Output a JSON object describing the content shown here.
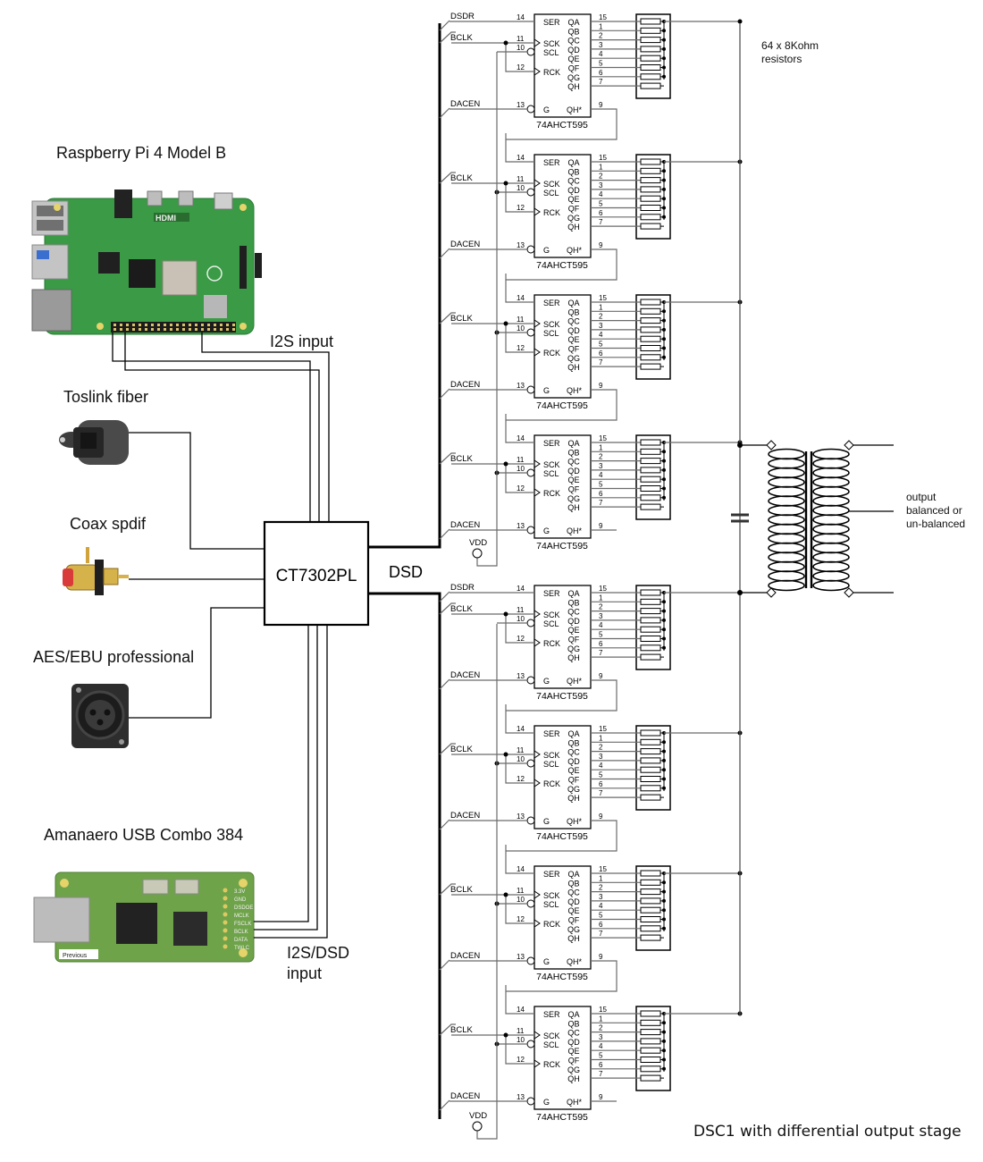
{
  "title": "DSC1 with differential output stage",
  "sources": [
    {
      "id": "rpi",
      "label": "Raspberry Pi 4 Model B",
      "icon": "raspberry-pi-board-icon"
    },
    {
      "id": "toslink",
      "label": "Toslink fiber",
      "icon": "toslink-connector-icon"
    },
    {
      "id": "coax",
      "label": "Coax spdif",
      "icon": "rca-connector-icon"
    },
    {
      "id": "aes",
      "label": "AES/EBU professional",
      "icon": "xlr-connector-icon"
    },
    {
      "id": "usb",
      "label": "Amanaero USB Combo 384",
      "icon": "usb-interface-board-icon"
    }
  ],
  "input_labels": {
    "i2s": "I2S input",
    "i2s_dsd_line1": "I2S/DSD",
    "i2s_dsd_line2": "input"
  },
  "rpi_board": {
    "hdmi_text": "HDMI"
  },
  "usb_board": {
    "pins": [
      "3.3V",
      "GND",
      "DSDOE",
      "MCLK",
      "FSCLK",
      "BCLK",
      "DATA",
      "TWI.C"
    ],
    "tag": "Previous"
  },
  "receiver": {
    "label": "CT7302PL",
    "bus_label": "DSD"
  },
  "bus_signals": {
    "data": "DSDR",
    "clock": "BCLK",
    "enable": "DACEN",
    "supply": "VDD"
  },
  "shift_register": {
    "part": "74AHCT595",
    "left_pins": [
      {
        "num": "14",
        "name": "SER"
      },
      {
        "num": "11",
        "name": "SCK"
      },
      {
        "num": "10",
        "name": "SCL"
      },
      {
        "num": "12",
        "name": "RCK"
      },
      {
        "num": "13",
        "name": "G"
      }
    ],
    "outputs": [
      {
        "num": "15",
        "name": "QA"
      },
      {
        "num": "1",
        "name": "QB"
      },
      {
        "num": "2",
        "name": "QC"
      },
      {
        "num": "3",
        "name": "QD"
      },
      {
        "num": "4",
        "name": "QE"
      },
      {
        "num": "5",
        "name": "QF"
      },
      {
        "num": "6",
        "name": "QG"
      },
      {
        "num": "7",
        "name": "QH"
      }
    ],
    "cascade": {
      "num": "9",
      "name": "QH*"
    },
    "count": 8
  },
  "resistor_note": {
    "line1": "64 x 8Kohm",
    "line2": "resistors"
  },
  "output_note": {
    "line1": "output",
    "line2": "balanced or",
    "line3": "un-balanced"
  },
  "colors": {
    "wire": "#000000",
    "schematic_wire": "#6b6b6b",
    "pcb_green": "#2f8a3c",
    "pcb_green_light": "#5fae4a",
    "metal": "#b8b8b8",
    "gold": "#d6b24a"
  }
}
